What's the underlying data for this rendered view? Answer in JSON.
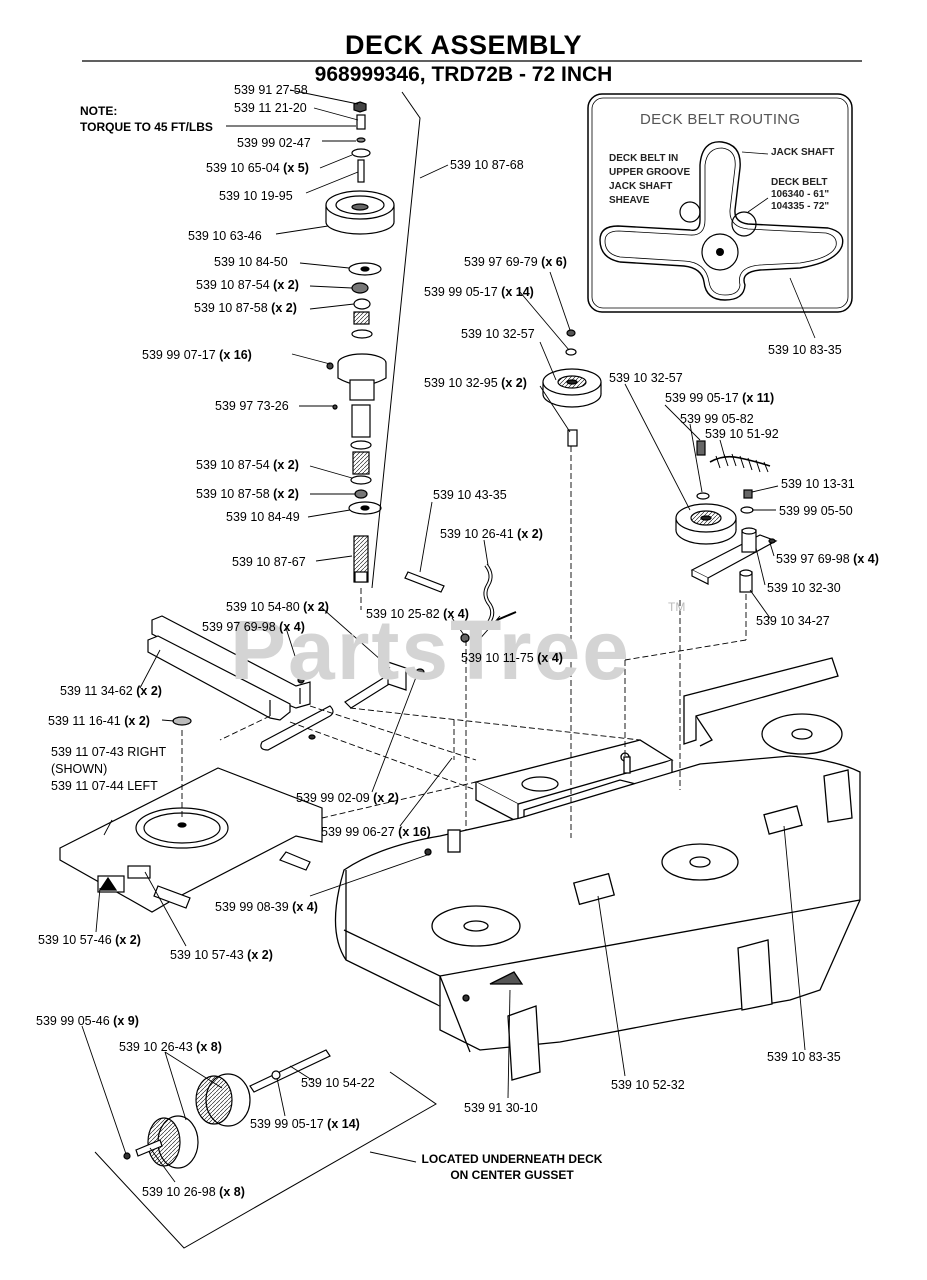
{
  "title": "DECK ASSEMBLY",
  "subtitle": "968999346, TRD72B - 72 INCH",
  "note": {
    "line1": "NOTE:",
    "line2": "TORQUE TO 45 FT/LBS"
  },
  "watermark": "PartsTree",
  "watermark_tm": "TM",
  "belt_routing": {
    "title": "DECK BELT ROUTING",
    "upper_groove": [
      "DECK BELT IN",
      "UPPER GROOVE",
      "JACK SHAFT",
      "SHEAVE"
    ],
    "jack_shaft": "JACK SHAFT",
    "deck_belt": [
      "DECK BELT",
      "106340 - 61\"",
      "104335 - 72\""
    ]
  },
  "located_note": [
    "LOCATED UNDERNEATH DECK",
    "ON CENTER GUSSET"
  ],
  "parts": {
    "p1": {
      "num": "539 91 27-58",
      "qty": ""
    },
    "p2": {
      "num": "539 11 21-20",
      "qty": ""
    },
    "p3": {
      "num": "539 99 02-47",
      "qty": ""
    },
    "p4": {
      "num": "539 10 65-04",
      "qty": "(x 5)"
    },
    "p5": {
      "num": "539 10 19-95",
      "qty": ""
    },
    "p6": {
      "num": "539 10 63-46",
      "qty": ""
    },
    "p7": {
      "num": "539 10 84-50",
      "qty": ""
    },
    "p8": {
      "num": "539 10 87-54",
      "qty": "(x 2)"
    },
    "p9": {
      "num": "539 10 87-58",
      "qty": "(x 2)"
    },
    "p10": {
      "num": "539 99 07-17",
      "qty": "(x 16)"
    },
    "p11": {
      "num": "539 97 73-26",
      "qty": ""
    },
    "p12": {
      "num": "539 10 87-54",
      "qty": "(x 2)"
    },
    "p13": {
      "num": "539 10 87-58",
      "qty": "(x 2)"
    },
    "p14": {
      "num": "539 10 84-49",
      "qty": ""
    },
    "p15": {
      "num": "539 10 87-67",
      "qty": ""
    },
    "p16": {
      "num": "539 10 87-68",
      "qty": ""
    },
    "p17": {
      "num": "539 97 69-79",
      "qty": "(x 6)"
    },
    "p18": {
      "num": "539 99 05-17",
      "qty": "(x 14)"
    },
    "p19": {
      "num": "539 10 32-57",
      "qty": ""
    },
    "p20": {
      "num": "539 10 32-95",
      "qty": "(x 2)"
    },
    "p21": {
      "num": "539 10 32-57",
      "qty": ""
    },
    "p22": {
      "num": "539 99 05-17",
      "qty": "(x 11)"
    },
    "p23": {
      "num": "539 99 05-82",
      "qty": ""
    },
    "p24": {
      "num": "539 10 51-92",
      "qty": ""
    },
    "p25": {
      "num": "539 10 13-31",
      "qty": ""
    },
    "p26": {
      "num": "539 99 05-50",
      "qty": ""
    },
    "p27": {
      "num": "539 97 69-98",
      "qty": "(x 4)"
    },
    "p28": {
      "num": "539 10 32-30",
      "qty": ""
    },
    "p29": {
      "num": "539 10 34-27",
      "qty": ""
    },
    "p30": {
      "num": "539 10 83-35",
      "qty": ""
    },
    "p31": {
      "num": "539 10 43-35",
      "qty": ""
    },
    "p32": {
      "num": "539 10 26-41",
      "qty": "(x 2)"
    },
    "p33": {
      "num": "539 10 54-80",
      "qty": "(x 2)"
    },
    "p34": {
      "num": "539 97 69-98",
      "qty": "(x 4)"
    },
    "p35": {
      "num": "539 10 25-82",
      "qty": "(x 4)"
    },
    "p36": {
      "num": "539 10 11-75",
      "qty": "(x 4)"
    },
    "p37": {
      "num": "539 11 34-62",
      "qty": "(x 2)"
    },
    "p38": {
      "num": "539 11 16-41",
      "qty": "(x 2)"
    },
    "p39": {
      "num": "539 11 07-43 RIGHT",
      "qty": ""
    },
    "p39b": {
      "num": "(SHOWN)",
      "qty": ""
    },
    "p40": {
      "num": "539 11 07-44 LEFT",
      "qty": ""
    },
    "p41": {
      "num": "539 99 02-09",
      "qty": "(x 2)"
    },
    "p42": {
      "num": "539 99 06-27",
      "qty": "(x 16)"
    },
    "p43": {
      "num": "539 99 08-39",
      "qty": "(x 4)"
    },
    "p44": {
      "num": "539 10 57-46",
      "qty": "(x 2)"
    },
    "p45": {
      "num": "539 10 57-43",
      "qty": "(x 2)"
    },
    "p46": {
      "num": "539 10 83-35",
      "qty": ""
    },
    "p47": {
      "num": "539 10 52-32",
      "qty": ""
    },
    "p48": {
      "num": "539 91 30-10",
      "qty": ""
    },
    "p49": {
      "num": "539 99 05-46",
      "qty": "(x 9)"
    },
    "p50": {
      "num": "539 10 26-43",
      "qty": "(x 8)"
    },
    "p51": {
      "num": "539 10 54-22",
      "qty": ""
    },
    "p52": {
      "num": "539 99 05-17",
      "qty": "(x 14)"
    },
    "p53": {
      "num": "539 10 26-98",
      "qty": "(x 8)"
    }
  }
}
